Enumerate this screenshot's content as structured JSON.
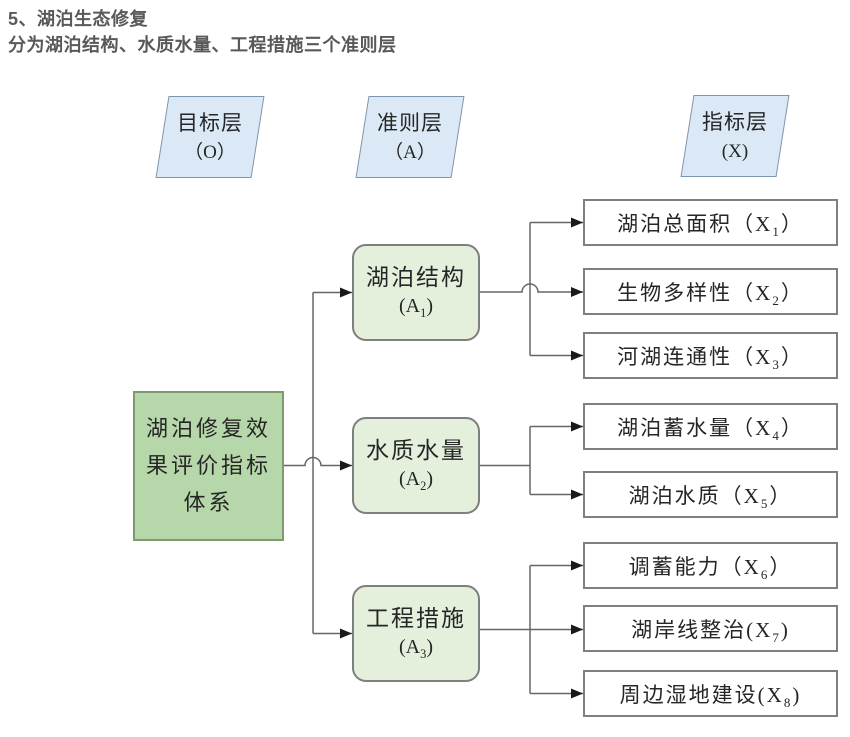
{
  "header": {
    "line1": "5、湖泊生态修复",
    "line2": "分为湖泊结构、水质水量、工程措施三个准则层"
  },
  "layer_labels": [
    {
      "line1": "目标层",
      "line2": "（O）"
    },
    {
      "line1": "准则层",
      "line2": "（A）"
    },
    {
      "line1": "指标层",
      "line2": "(X)"
    }
  ],
  "tree": {
    "goal": {
      "lines": [
        "湖泊修复效",
        "果评价指标",
        "体系"
      ]
    },
    "criteria": [
      {
        "title": "湖泊结构",
        "code_pre": "(A",
        "code_sub": "1",
        "code_post": ")",
        "indicators": [
          {
            "pre": "湖泊总面积（X",
            "sub": "1",
            "post": "）"
          },
          {
            "pre": "生物多样性（X",
            "sub": "2",
            "post": "）"
          },
          {
            "pre": "河湖连通性（X",
            "sub": "3",
            "post": "）"
          }
        ]
      },
      {
        "title": "水质水量",
        "code_pre": "(A",
        "code_sub": "2",
        "code_post": ")",
        "indicators": [
          {
            "pre": "湖泊蓄水量（X",
            "sub": "4",
            "post": "）"
          },
          {
            "pre": "湖泊水质（X",
            "sub": "5",
            "post": "）"
          }
        ]
      },
      {
        "title": "工程措施",
        "code_pre": "(A",
        "code_sub": "3",
        "code_post": ")",
        "indicators": [
          {
            "pre": "调蓄能力（X",
            "sub": "6",
            "post": "）"
          },
          {
            "pre": "湖岸线整治(X",
            "sub": "7",
            "post": ")"
          },
          {
            "pre": "周边湿地建设(X",
            "sub": "8",
            "post": ")"
          }
        ]
      }
    ]
  },
  "colors": {
    "layer_fill": "#dbe9f6",
    "layer_border": "#7e96ad",
    "goal_fill": "#b6d7a9",
    "goal_border": "#7e9a6e",
    "criteria_fill": "#e4efdc",
    "criteria_border": "#7f7f7f",
    "indicator_fill": "#ffffff",
    "indicator_border": "#7f7f7f",
    "line": "#666666",
    "arrow": "#1a1a1a",
    "title_text": "#595959",
    "box_text": "#262626"
  }
}
